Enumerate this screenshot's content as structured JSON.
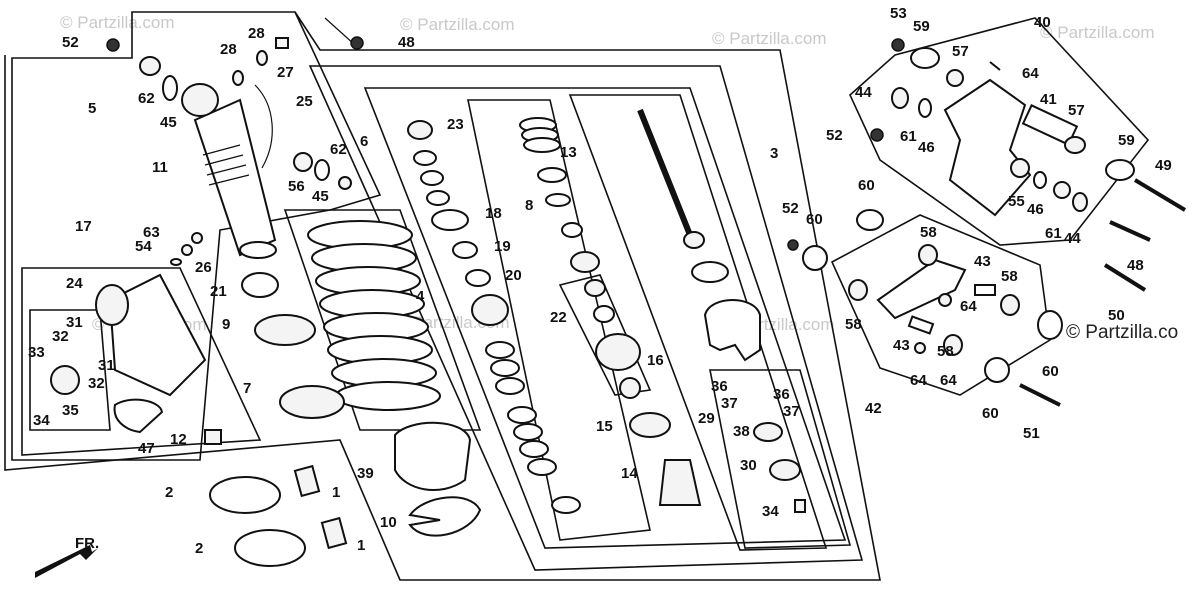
{
  "watermarks": {
    "top_left": "© Partzilla.com",
    "top_center": "© Partzilla.com",
    "top_right_a": "© Partzilla.com",
    "top_right_b": "© Partzilla.com",
    "mid_left": "© Partzilla.com",
    "mid_center": "© Partzilla.com",
    "mid_center_b": "© Partzilla.com",
    "right_edge": "© Partzilla.co"
  },
  "direction_marker": "FR.",
  "callouts": [
    "52",
    "48",
    "62",
    "45",
    "28",
    "28",
    "27",
    "25",
    "5",
    "11",
    "56",
    "45",
    "62",
    "6",
    "23",
    "13",
    "8",
    "18",
    "19",
    "20",
    "3",
    "53",
    "59",
    "40",
    "57",
    "64",
    "44",
    "41",
    "57",
    "52",
    "61",
    "46",
    "59",
    "49",
    "60",
    "55",
    "46",
    "61",
    "44",
    "17",
    "63",
    "54",
    "26",
    "24",
    "21",
    "4",
    "9",
    "31",
    "32",
    "33",
    "31",
    "32",
    "35",
    "34",
    "7",
    "47",
    "12",
    "2",
    "1",
    "2",
    "1",
    "39",
    "10",
    "22",
    "16",
    "15",
    "14",
    "36",
    "36",
    "37",
    "37",
    "29",
    "38",
    "30",
    "34",
    "52",
    "60",
    "58",
    "43",
    "58",
    "48",
    "58",
    "64",
    "64",
    "43",
    "58",
    "64",
    "50",
    "60",
    "60",
    "42",
    "51"
  ]
}
